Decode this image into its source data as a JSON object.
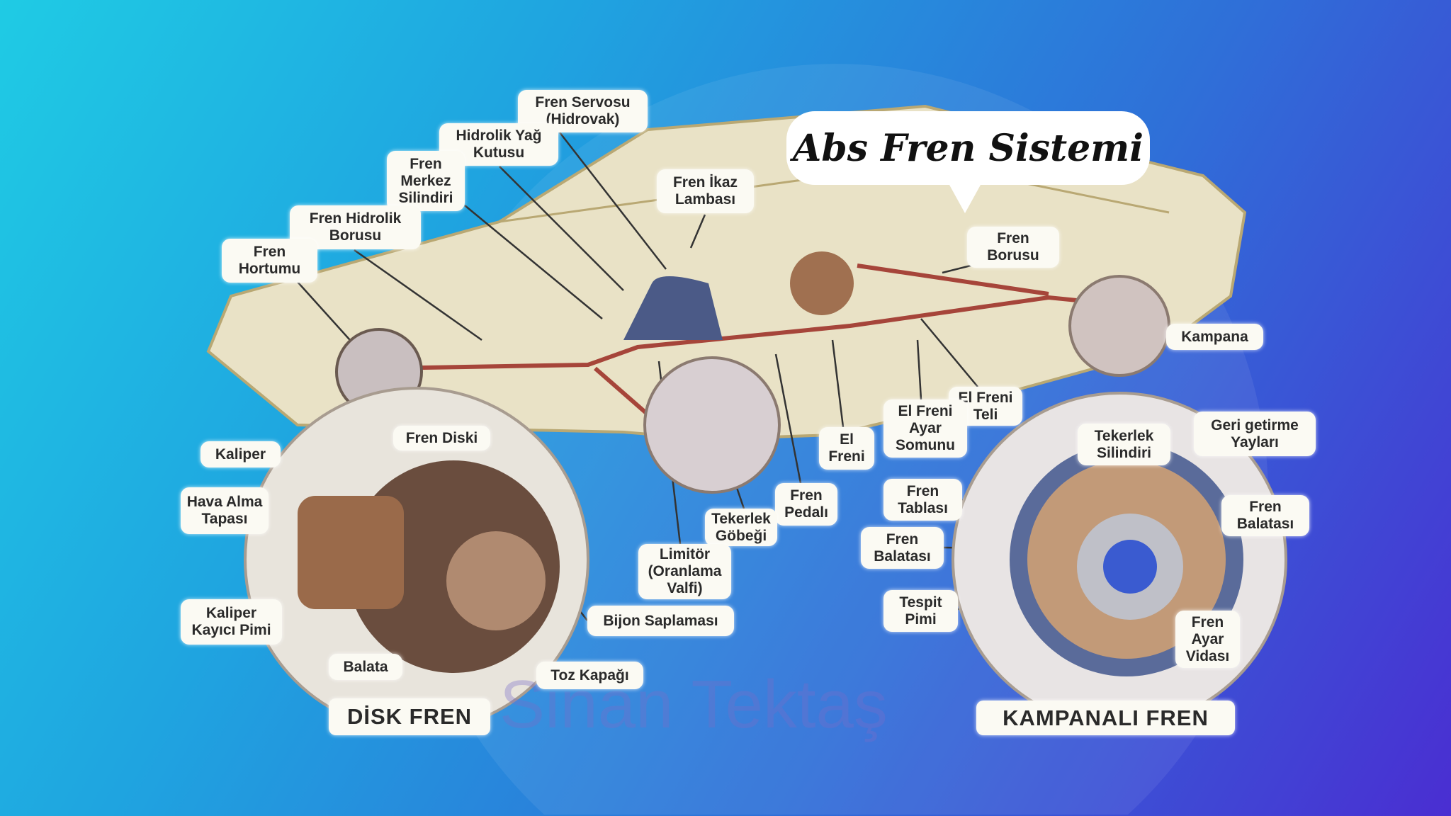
{
  "title": "Abs Fren Sistemi",
  "watermark": "Sinan Tektaş",
  "labels": {
    "fren_servosu": [
      "Fren Servosu",
      "(Hidrovak)"
    ],
    "hidrolik_yag": [
      "Hidrolik Yağ",
      "Kutusu"
    ],
    "merkez_silindiri": [
      "Fren",
      "Merkez",
      "Silindiri"
    ],
    "hidrolik_borusu": [
      "Fren Hidrolik",
      "Borusu"
    ],
    "fren_hortumu": [
      "Fren",
      "Hortumu"
    ],
    "ikaz_lambasi": [
      "Fren İkaz",
      "Lambası"
    ],
    "fren_borusu": [
      "Fren",
      "Borusu"
    ],
    "kampana": "Kampana",
    "el_freni_teli": [
      "El Freni",
      "Teli"
    ],
    "el_freni_ayar": [
      "El Freni",
      "Ayar",
      "Somunu"
    ],
    "el_freni": [
      "El",
      "Freni"
    ],
    "fren_pedali": [
      "Fren",
      "Pedalı"
    ],
    "tekerlek_gobegi": [
      "Tekerlek",
      "Göbeği"
    ],
    "limitor": [
      "Limitör",
      "(Oranlama",
      "Valfi)"
    ],
    "bijon": "Bijon Saplaması",
    "toz_kapagi": "Toz Kapağı",
    "balata": "Balata",
    "kaliper_kayici": [
      "Kaliper",
      "Kayıcı Pimi"
    ],
    "hava_alma": [
      "Hava Alma",
      "Tapası"
    ],
    "kaliper": "Kaliper",
    "fren_diski": "Fren Diski",
    "disk_fren": "DİSK FREN",
    "kampanali_fren": "KAMPANALI FREN",
    "tekerlek_silindiri": [
      "Tekerlek",
      "Silindiri"
    ],
    "geri_getirme": [
      "Geri getirme",
      "Yayları"
    ],
    "fren_balatasi_r": [
      "Fren",
      "Balatası"
    ],
    "fren_tablasi": [
      "Fren",
      "Tablası"
    ],
    "fren_balatasi_l": [
      "Fren",
      "Balatası"
    ],
    "tespit_pimi": [
      "Tespit",
      "Pimi"
    ],
    "ayar_vidasi": [
      "Fren",
      "Ayar",
      "Vidası"
    ]
  }
}
